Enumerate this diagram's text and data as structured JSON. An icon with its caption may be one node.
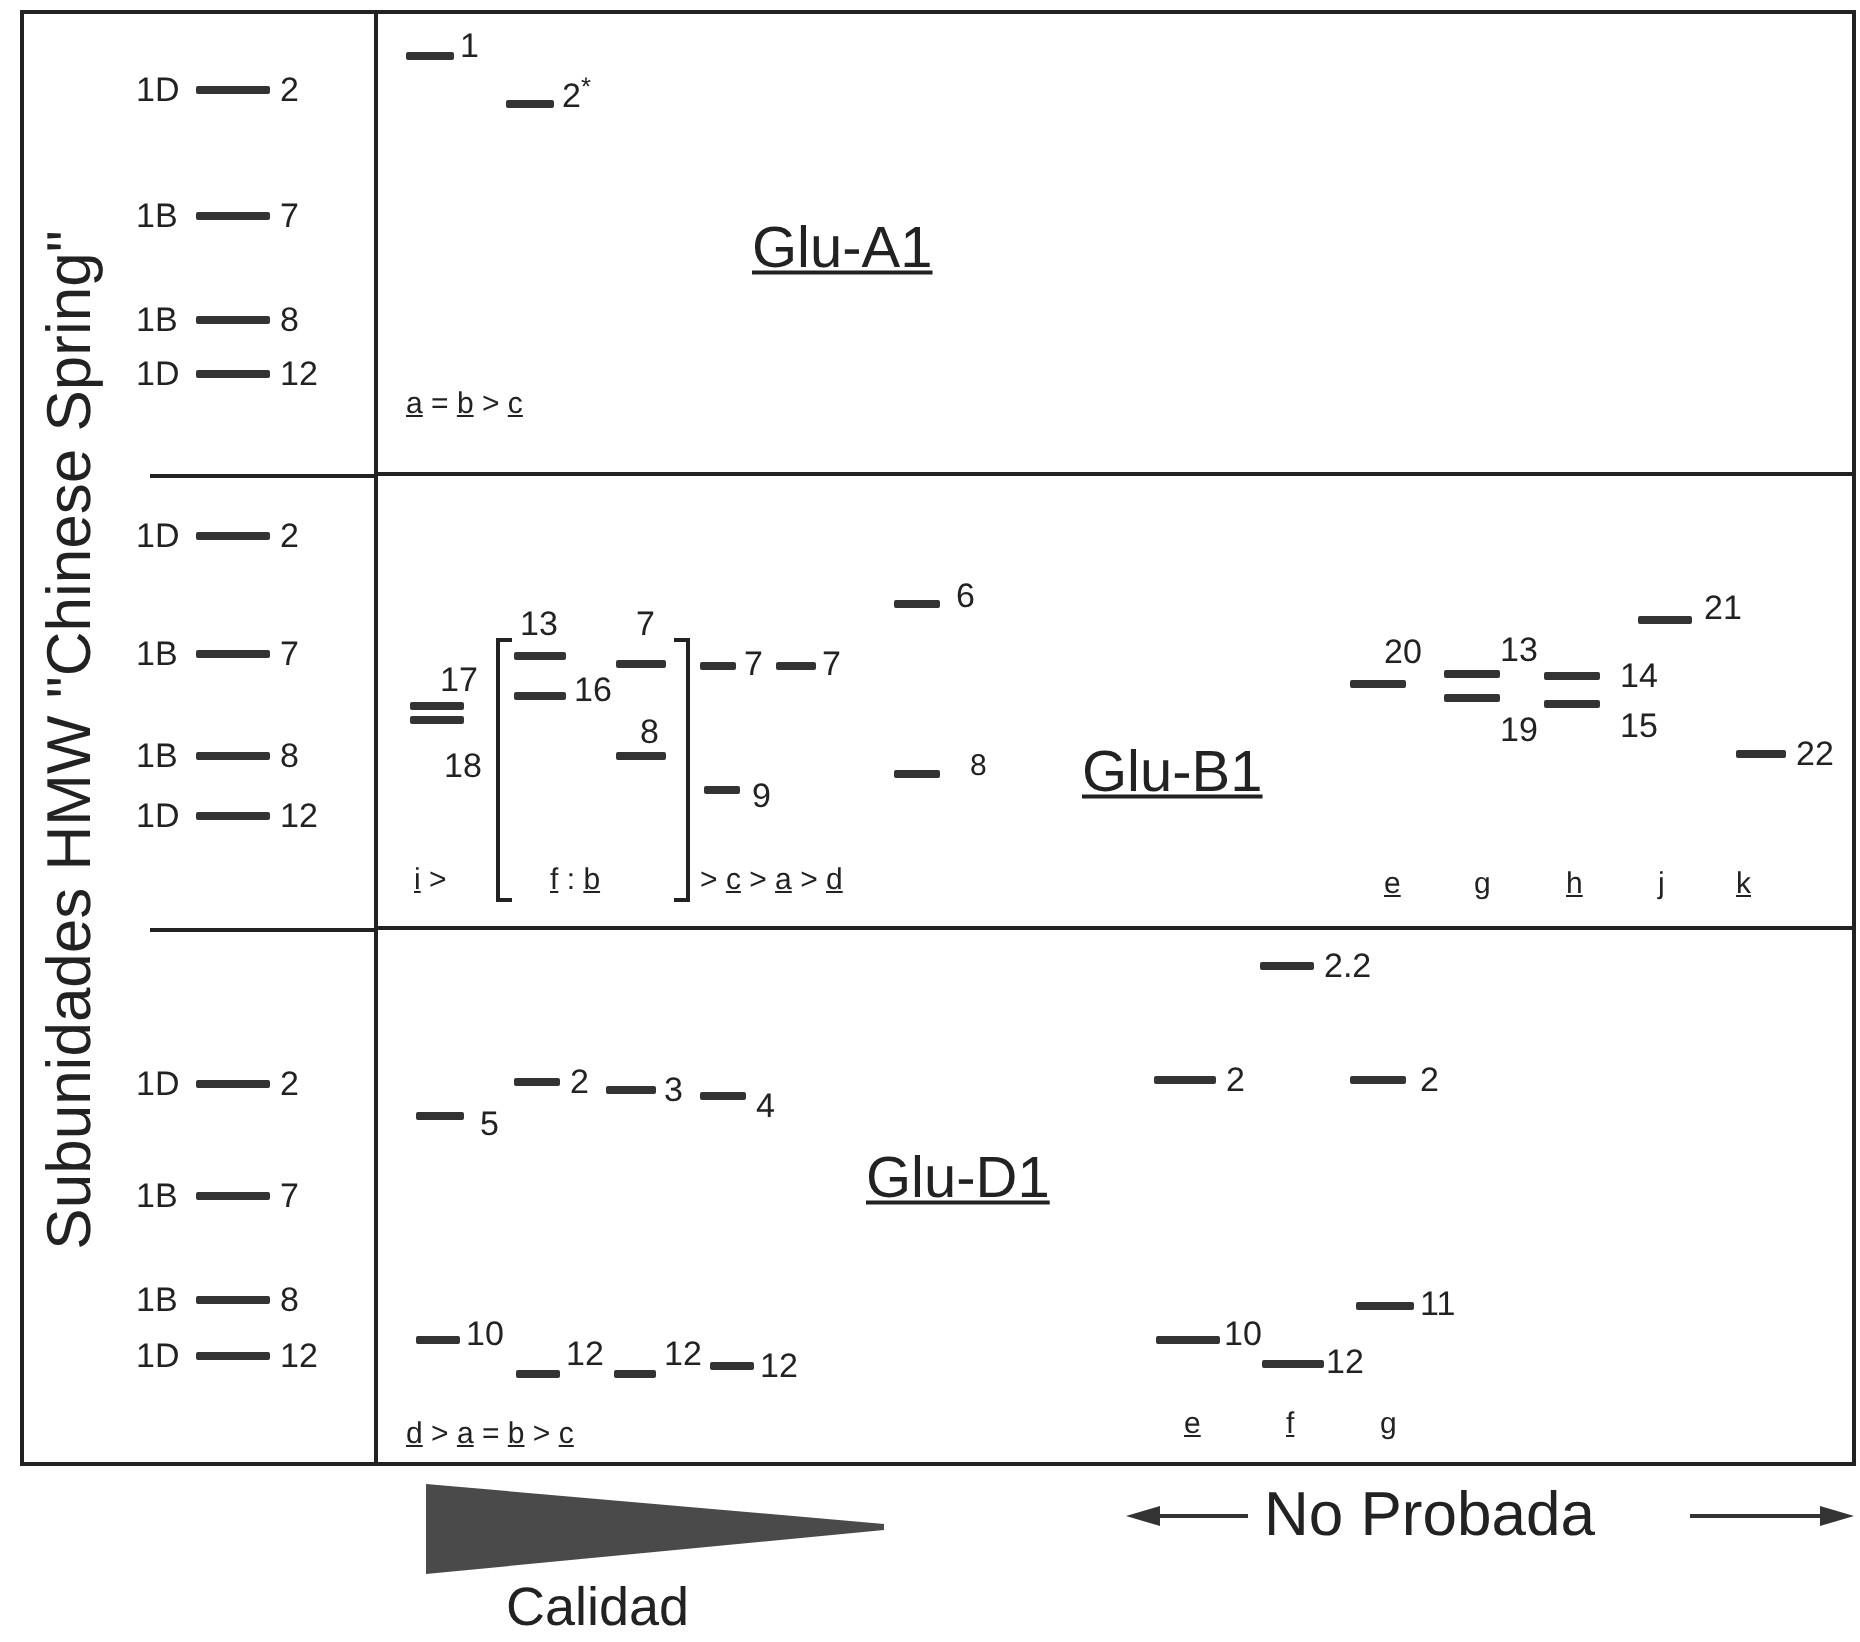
{
  "diagram": {
    "nodes": [
      {
        "text": [
          "Glu-A1"
        ]
      },
      {
        "text": [
          "Glu-B1"
        ]
      },
      {
        "text": [
          "Glu-D1"
        ]
      },
      {
        "text": [],
        "shape": "triangle"
      }
    ],
    "labels": [
      "Subunidades HMW \"Chinese Spring\"",
      "1D",
      "2",
      "1B",
      "7",
      "1B",
      "8",
      "1D",
      "12",
      "1",
      "2$^{*}$",
      "a = b > c",
      "1D",
      "2",
      "1B",
      "7",
      "1B",
      "8",
      "1D",
      "12",
      "17",
      "13",
      "7",
      "7",
      "7",
      "6",
      "20",
      "13",
      "21",
      "14",
      "16",
      "18",
      "8",
      "19",
      "15",
      "9",
      "8",
      "22",
      "i >",
      "f : b",
      "> c > a > d",
      "e",
      "g",
      "h",
      "j",
      "k",
      "1D",
      "2",
      "1B",
      "7",
      "1B",
      "8",
      "1D",
      "12",
      "2.2",
      "2",
      "3",
      "4",
      "5",
      "2",
      "2",
      "11",
      "10",
      "12",
      "12",
      "12",
      "10",
      "12",
      "d > a = b > c",
      "e",
      "f",
      "g",
      "No Probada",
      "Calidad"
    ]
  }
}
